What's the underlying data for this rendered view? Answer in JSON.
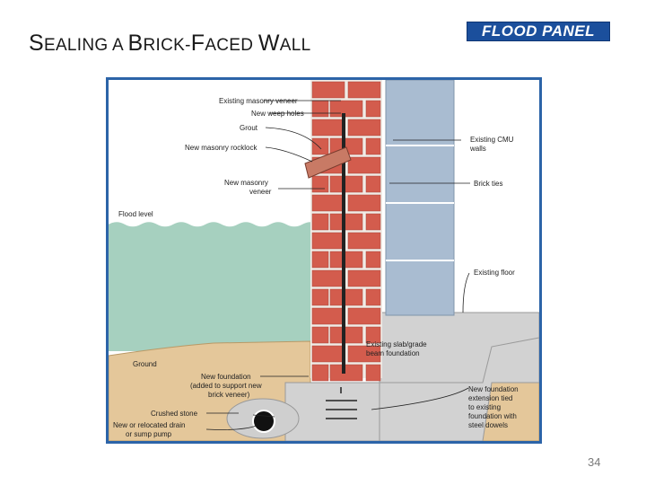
{
  "slide": {
    "title_parts": [
      {
        "big": "S",
        "small": "EALING A "
      },
      {
        "big": "B",
        "small": "RICK-"
      },
      {
        "big": "F",
        "small": "ACED "
      },
      {
        "big": "W",
        "small": "ALL"
      }
    ],
    "logo_text": "FLOOD PANEL",
    "page_number": "34"
  },
  "diagram": {
    "labels": {
      "existing_masonry_veneer": "Existing masonry veneer",
      "new_weep_holes": "New weep holes",
      "grout": "Grout",
      "new_masonry_rocklock": "New masonry rocklock",
      "new_masonry_veneer_1": "New masonry",
      "new_masonry_veneer_2": "veneer",
      "flood_level": "Flood level",
      "existing_cmu_1": "Existing CMU",
      "existing_cmu_2": "walls",
      "brick_ties": "Brick ties",
      "existing_floor": "Existing floor",
      "slab_1": "Existing slab/grade",
      "slab_2": "beam foundation",
      "ground": "Ground",
      "new_foundation_1": "New foundation",
      "new_foundation_2": "(added to support new",
      "new_foundation_3": "brick veneer)",
      "crushed_stone": "Crushed stone",
      "drain_1": "New or relocated drain",
      "drain_2": "or sump pump",
      "ext_1": "New foundation",
      "ext_2": "extension tied",
      "ext_3": "to existing",
      "ext_4": "foundation with",
      "ext_5": "steel dowels"
    },
    "colors": {
      "frame": "#2c64a8",
      "water": "#a6d0bf",
      "brick": "#d35c4d",
      "mortar": "#f1ece6",
      "cmu": "#a9bcd1",
      "concrete": "#d2d2d2",
      "soil": "#e4c79a",
      "grout": "#222222",
      "logo": "#1b4f9c"
    }
  }
}
